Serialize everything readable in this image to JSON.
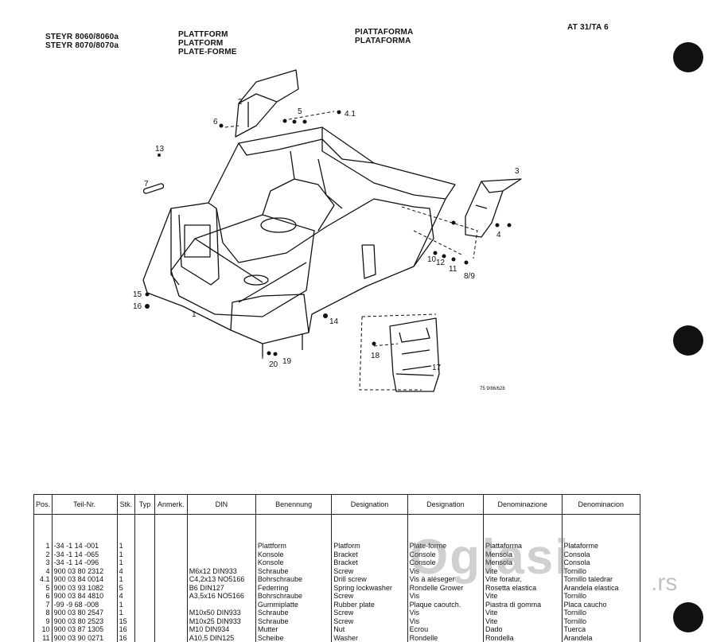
{
  "header": {
    "model_1": "STEYR 8060/8060a",
    "model_2": "STEYR 8070/8070a",
    "title_de": "PLATTFORM",
    "title_en": "PLATFORM",
    "title_fr": "PLATE-FORME",
    "title_it": "PIATTAFORMA",
    "title_es": "PLATAFORMA",
    "page_code": "AT 31/TA 6"
  },
  "drawing": {
    "labels": [
      "1",
      "2",
      "3",
      "4",
      "4.1",
      "5",
      "6",
      "7",
      "8/9",
      "10",
      "11",
      "12",
      "13",
      "14",
      "15",
      "16",
      "17",
      "18",
      "19",
      "20"
    ],
    "ref_code": "75 9/86/628"
  },
  "table": {
    "headers": [
      "Pos.",
      "Teil-Nr.",
      "Stk.",
      "Typ",
      "Anmerk.",
      "DIN",
      "Benennung",
      "Designation",
      "Designation",
      "Denominazione",
      "Denominacion"
    ],
    "rows": [
      {
        "pos": "1",
        "part": "-34 -1 14 -001",
        "qty": "1",
        "din": "",
        "de": "Plattform",
        "en": "Platform",
        "fr": "Plate-forme",
        "it": "Piattaforma",
        "es": "Plataforme"
      },
      {
        "pos": "2",
        "part": "-34 -1 14 -065",
        "qty": "1",
        "din": "",
        "de": "Konsole",
        "en": "Bracket",
        "fr": "Console",
        "it": "Mensola",
        "es": "Consola"
      },
      {
        "pos": "3",
        "part": "-34 -1 14 -096",
        "qty": "1",
        "din": "",
        "de": "Konsole",
        "en": "Bracket",
        "fr": "Console",
        "it": "Mensola",
        "es": "Consola"
      },
      {
        "pos": "4",
        "part": "900 03 80 2312",
        "qty": "4",
        "din": "M6x12 DIN933",
        "de": "Schraube",
        "en": "Screw",
        "fr": "Vis",
        "it": "Vite",
        "es": "Tornillo"
      },
      {
        "pos": "4.1",
        "part": "900 03 84 0014",
        "qty": "1",
        "din": "C4,2x13 NO5166",
        "de": "Bohrschraube",
        "en": "Drill screw",
        "fr": "Vis à aléseger",
        "it": "Vite foratur.",
        "es": "Tornillo taledrar"
      },
      {
        "pos": "5",
        "part": "900 03 93 1082",
        "qty": "5",
        "din": "B6 DIN127",
        "de": "Federring",
        "en": "Spring lockwasher",
        "fr": "Rondelle Grower",
        "it": "Rosetta elastica",
        "es": "Arandela elastica"
      },
      {
        "pos": "6",
        "part": "900 03 84 4810",
        "qty": "4",
        "din": "A3,5x16 NO5166",
        "de": "Bohrschraube",
        "en": "Screw",
        "fr": "Vis",
        "it": "Vite",
        "es": "Tornillo"
      },
      {
        "pos": "7",
        "part": "-99 -9 68 -008",
        "qty": "1",
        "din": "",
        "de": "Gummiplatte",
        "en": "Rubber plate",
        "fr": "Plaque caoutch.",
        "it": "Piastra di gomma",
        "es": "Placa caucho"
      },
      {
        "pos": "8",
        "part": "900 03 80 2547",
        "qty": "1",
        "din": "M10x50 DIN933",
        "de": "Schraube",
        "en": "Screw",
        "fr": "Vis",
        "it": "Vite",
        "es": "Tornillo"
      },
      {
        "pos": "9",
        "part": "900 03 80 2523",
        "qty": "15",
        "din": "M10x25 DIN933",
        "de": "Schraube",
        "en": "Screw",
        "fr": "Vis",
        "it": "Vite",
        "es": "Tornillo"
      },
      {
        "pos": "10",
        "part": "900 03 87 1305",
        "qty": "16",
        "din": "M10 DIN934",
        "de": "Mutter",
        "en": "Nut",
        "fr": "Ecrou",
        "it": "Dado",
        "es": "Tuerca"
      },
      {
        "pos": "11",
        "part": "900 03 90 0271",
        "qty": "16",
        "din": "A10,5 DIN125",
        "de": "Scheibe",
        "en": "Washer",
        "fr": "Rondelle",
        "it": "Rondella",
        "es": "Arandela"
      }
    ]
  },
  "watermark": {
    "text": "Oglasi",
    "suffix": ".rs"
  }
}
